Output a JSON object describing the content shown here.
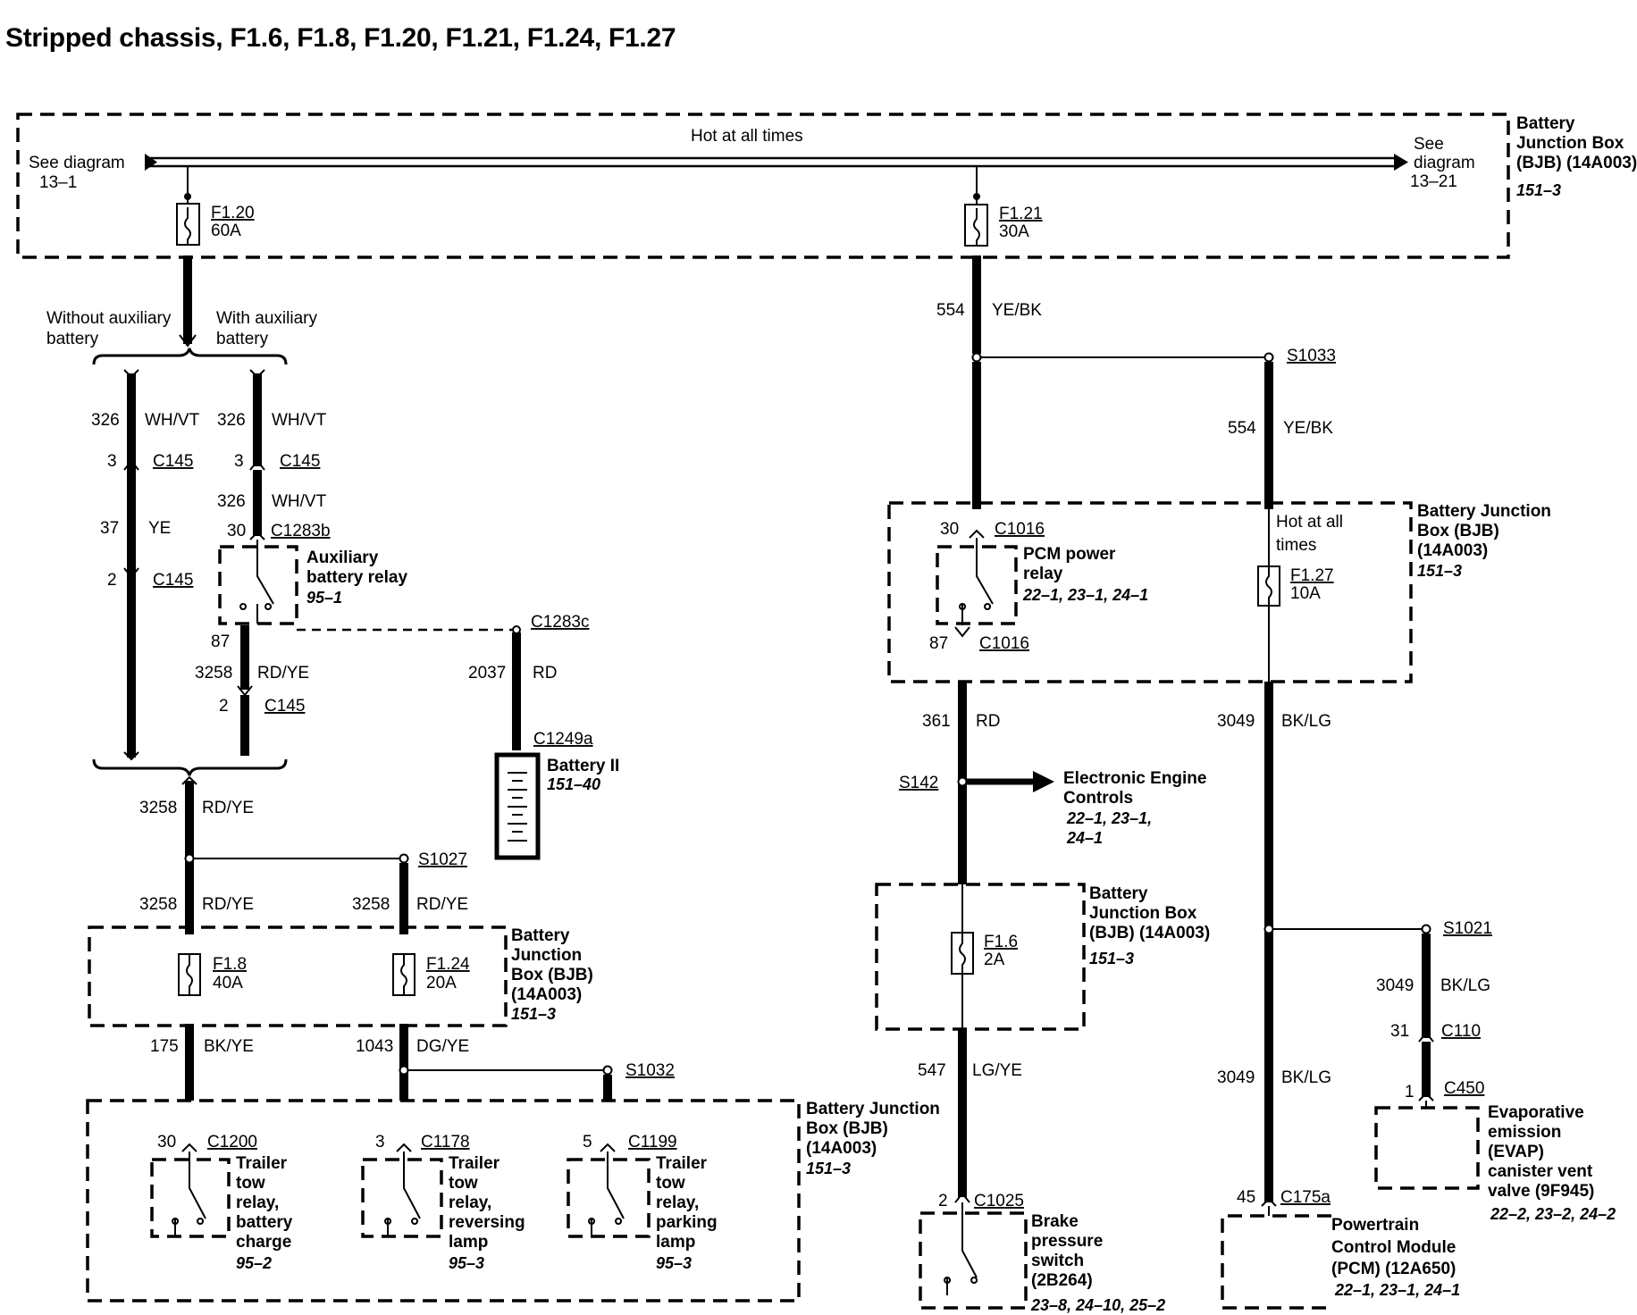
{
  "title": "Stripped chassis, F1.6, F1.8, F1.20, F1.21, F1.24, F1.27",
  "top_bus": {
    "label": "Hot at all times",
    "left_ref": [
      "See diagram",
      "13–1"
    ],
    "right_ref": [
      "See",
      "diagram",
      "13–21"
    ]
  },
  "bjb_top": {
    "label": [
      "Battery",
      "Junction Box",
      "(BJB) (14A003)"
    ],
    "ref": "151–3"
  },
  "bjb_mid_right": {
    "label": [
      "Battery Junction",
      "Box (BJB)",
      "(14A003)"
    ],
    "ref": "151–3"
  },
  "bjb_left": {
    "label": [
      "Battery",
      "Junction",
      "Box (BJB)",
      "(14A003)"
    ],
    "ref": "151–3"
  },
  "bjb_center": {
    "label": [
      "Battery",
      "Junction Box",
      "(BJB) (14A003)"
    ],
    "ref": "151–3"
  },
  "bjb_bottom": {
    "label": [
      "Battery Junction",
      "Box (BJB)",
      "(14A003)"
    ],
    "ref": "151–3"
  },
  "fuses": {
    "f120": {
      "id": "F1.20",
      "rating": "60A"
    },
    "f121": {
      "id": "F1.21",
      "rating": "30A"
    },
    "f127": {
      "id": "F1.27",
      "rating": "10A"
    },
    "f18": {
      "id": "F1.8",
      "rating": "40A"
    },
    "f124": {
      "id": "F1.24",
      "rating": "20A"
    },
    "f16": {
      "id": "F1.6",
      "rating": "2A"
    }
  },
  "options": {
    "without": [
      "Without auxiliary",
      "battery"
    ],
    "with": [
      "With auxiliary",
      "battery"
    ]
  },
  "wires": {
    "w554a": {
      "num": "554",
      "color": "YE/BK"
    },
    "w554b": {
      "num": "554",
      "color": "YE/BK"
    },
    "w326a": {
      "num": "326",
      "color": "WH/VT"
    },
    "w326b": {
      "num": "326",
      "color": "WH/VT"
    },
    "w326c": {
      "num": "326",
      "color": "WH/VT"
    },
    "w37": {
      "num": "37",
      "color": "YE"
    },
    "w3258a": {
      "num": "3258",
      "color": "RD/YE"
    },
    "w3258b": {
      "num": "3258",
      "color": "RD/YE"
    },
    "w3258c": {
      "num": "3258",
      "color": "RD/YE"
    },
    "w3258d": {
      "num": "3258",
      "color": "RD/YE"
    },
    "w2037": {
      "num": "2037",
      "color": "RD"
    },
    "w361": {
      "num": "361",
      "color": "RD"
    },
    "w3049a": {
      "num": "3049",
      "color": "BK/LG"
    },
    "w3049b": {
      "num": "3049",
      "color": "BK/LG"
    },
    "w3049c": {
      "num": "3049",
      "color": "BK/LG"
    },
    "w175": {
      "num": "175",
      "color": "BK/YE"
    },
    "w1043": {
      "num": "1043",
      "color": "DG/YE"
    },
    "w547": {
      "num": "547",
      "color": "LG/YE"
    }
  },
  "connectors": {
    "c145a": {
      "pin": "3",
      "name": "C145"
    },
    "c145b": {
      "pin": "3",
      "name": "C145"
    },
    "c145c": {
      "pin": "2",
      "name": "C145"
    },
    "c145d": {
      "pin": "2",
      "name": "C145"
    },
    "c1283b": {
      "pin": "30",
      "name": "C1283b"
    },
    "c1283b_87": {
      "pin": "87",
      "name": ""
    },
    "c1283c": {
      "pin": "",
      "name": "C1283c"
    },
    "c1249a": {
      "pin": "",
      "name": "C1249a"
    },
    "c1016a": {
      "pin": "30",
      "name": "C1016"
    },
    "c1016b": {
      "pin": "87",
      "name": "C1016"
    },
    "c1200": {
      "pin": "30",
      "name": "C1200"
    },
    "c1178": {
      "pin": "3",
      "name": "C1178"
    },
    "c1199": {
      "pin": "5",
      "name": "C1199"
    },
    "c1025": {
      "pin": "2",
      "name": "C1025"
    },
    "c175a": {
      "pin": "45",
      "name": "C175a"
    },
    "c110": {
      "pin": "31",
      "name": "C110"
    },
    "c450": {
      "pin": "1",
      "name": "C450"
    }
  },
  "splices": {
    "s1033": "S1033",
    "s1027": "S1027",
    "s1032": "S1032",
    "s142": "S142",
    "s1021": "S1021"
  },
  "hot_note": [
    "Hot at all",
    "times"
  ],
  "components": {
    "aux_relay": {
      "label": [
        "Auxiliary",
        "battery relay"
      ],
      "ref": "95–1"
    },
    "battery2": {
      "label": [
        "Battery II"
      ],
      "ref": "151–40"
    },
    "pcm_relay": {
      "label": [
        "PCM power",
        "relay"
      ],
      "ref": "22–1, 23–1, 24–1"
    },
    "eec": {
      "label": [
        "Electronic Engine",
        "Controls"
      ],
      "ref": [
        "22–1, 23–1,",
        "24–1"
      ]
    },
    "ttr_batt": {
      "label": [
        "Trailer",
        "tow",
        "relay,",
        "battery",
        "charge"
      ],
      "ref": "95–2"
    },
    "ttr_rev": {
      "label": [
        "Trailer",
        "tow",
        "relay,",
        "reversing",
        "lamp"
      ],
      "ref": "95–3"
    },
    "ttr_park": {
      "label": [
        "Trailer",
        "tow",
        "relay,",
        "parking",
        "lamp"
      ],
      "ref": "95–3"
    },
    "brake_sw": {
      "label": [
        "Brake",
        "pressure",
        "switch",
        "(2B264)"
      ],
      "ref": "23–8, 24–10, 25–2"
    },
    "pcm": {
      "label": [
        "Powertrain",
        "Control Module",
        "(PCM) (12A650)"
      ],
      "ref": "22–1, 23–1, 24–1"
    },
    "evap": {
      "label": [
        "Evaporative",
        "emission",
        "(EVAP)",
        "canister vent",
        "valve (9F945)"
      ],
      "ref": "22–2, 23–2, 24–2"
    }
  }
}
